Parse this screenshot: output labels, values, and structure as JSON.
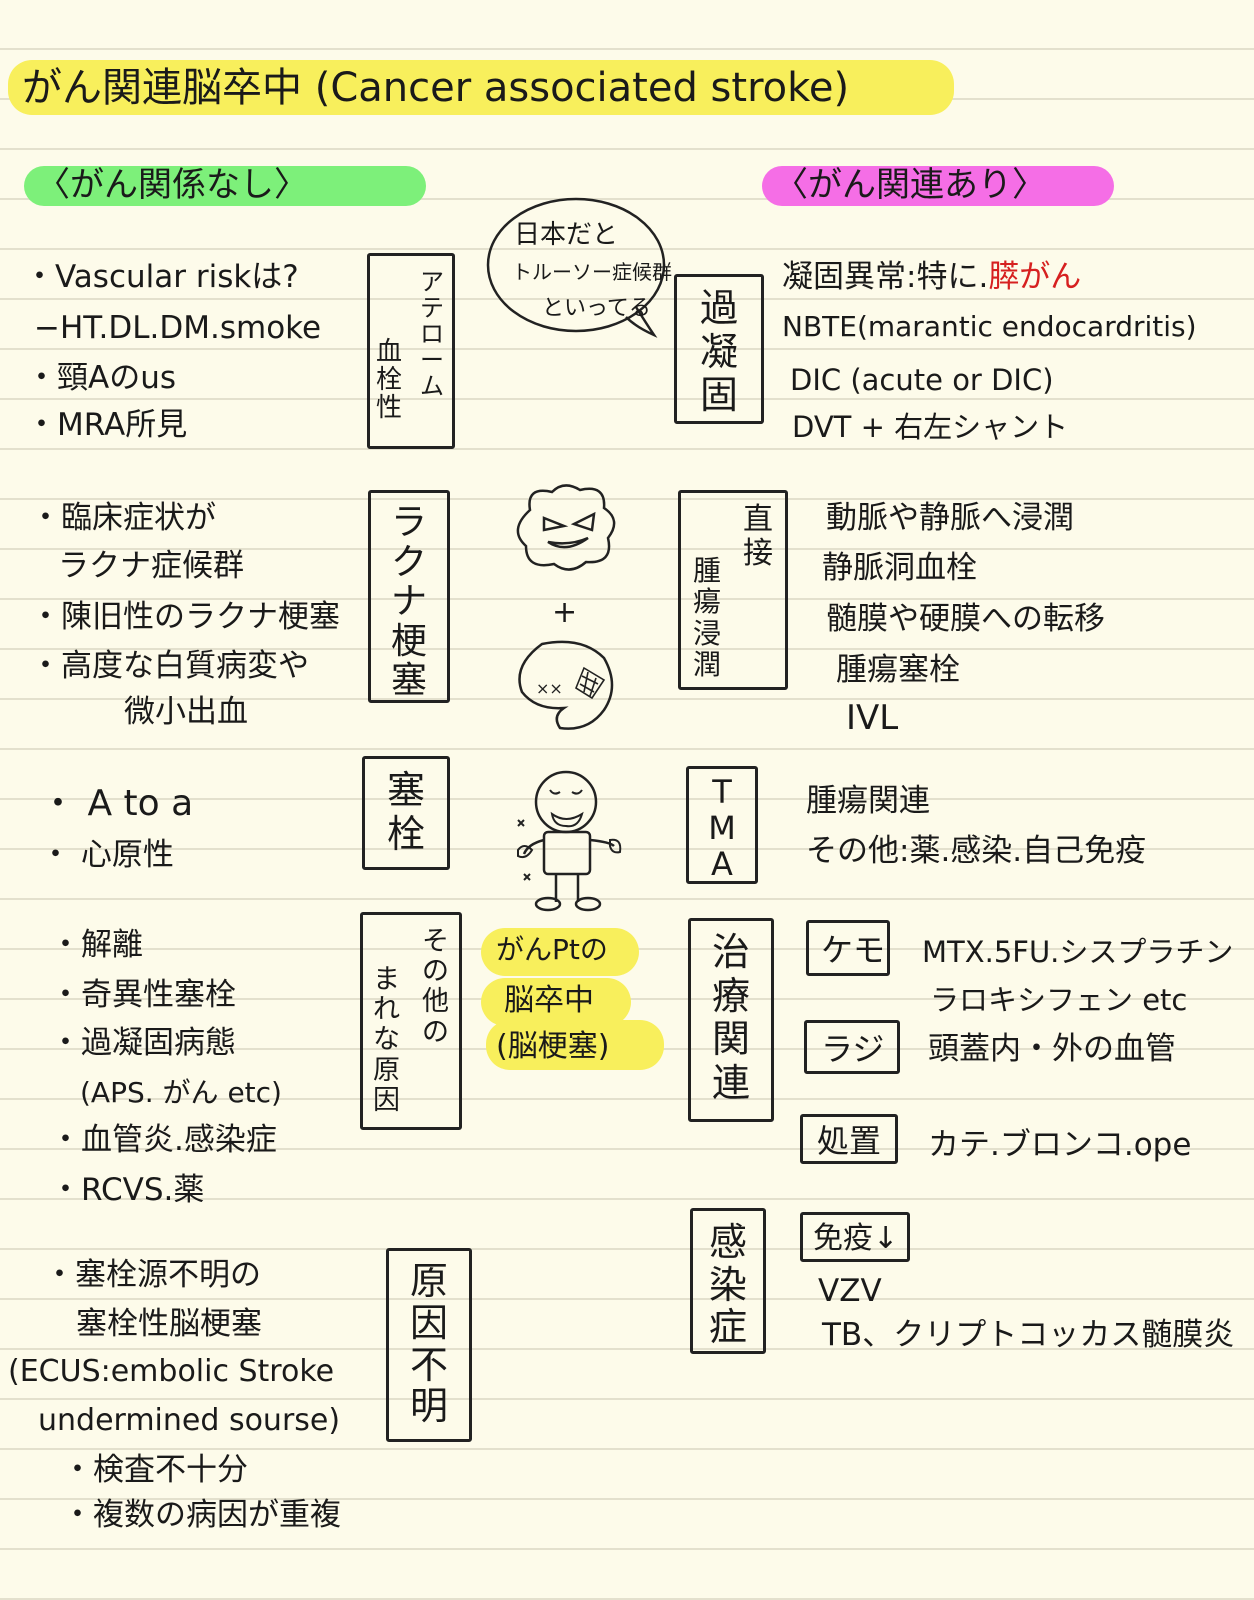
{
  "title": "がん関連脳卒中 (Cancer associated stroke)",
  "left_header": "〈がん関係なし〉",
  "right_header": "〈がん関連あり〉",
  "left_sections": {
    "athero": {
      "lines": [
        "・Vascular riskは?",
        "−HT.DL.DM.smoke",
        "・頸Aのus",
        "・MRA所見"
      ],
      "label_col1": "アテローム",
      "label_col2": "血栓性"
    },
    "lacunar": {
      "lines": [
        "・臨床症状が",
        "ラクナ症候群",
        "・陳旧性のラクナ梗塞",
        "・高度な白質病変や",
        "微小出血"
      ],
      "label": "ラクナ梗塞"
    },
    "embolic": {
      "lines": [
        "・ A to a",
        "・ 心原性"
      ],
      "label": "塞栓"
    },
    "other": {
      "lines": [
        "・解離",
        "・奇異性塞栓",
        "・過凝固病態",
        "(APS. がん etc)",
        "・血管炎.感染症",
        "・RCVS.薬"
      ],
      "label_col1": "その他の",
      "label_col2": "まれな原因"
    },
    "unknown": {
      "lines": [
        "・塞栓源不明の",
        "塞栓性脳梗塞",
        "(ECUS:embolic Stroke",
        "undermined sourse)",
        "・検査不十分",
        "・複数の病因が重複"
      ],
      "label": "原因不明"
    }
  },
  "center": {
    "bubble_lines": [
      "日本だと",
      "トルーソー症候群",
      "といってる"
    ],
    "plus": "+",
    "highlight_lines": [
      "がんPtの",
      "脳卒中",
      "(脳梗塞)"
    ]
  },
  "right_sections": {
    "hypercoag": {
      "label": "過凝固",
      "line1_prefix": "凝固異常:特に.",
      "line1_red": "膵がん",
      "lines": [
        "NBTE(marantic endocardritis)",
        "DIC (acute or DIC)",
        "DVT + 右左シャント"
      ]
    },
    "direct_invasion": {
      "label_col1": "直接",
      "label_col2": "腫瘍浸潤",
      "lines": [
        "動脈や静脈へ浸潤",
        "静脈洞血栓",
        "髄膜や硬膜への転移",
        "腫瘍塞栓",
        "IVL"
      ]
    },
    "tma": {
      "label": "TMA",
      "lines": [
        "腫瘍関連",
        "その他:薬.感染.自己免疫"
      ]
    },
    "treatment": {
      "label": "治療関連",
      "chemo_tag": "ケモ",
      "chemo_lines": [
        "MTX.5FU.シスプラチン",
        "ラロキシフェン etc"
      ],
      "radio_tag": "ラジ",
      "radio_line": "頭蓋内・外の血管",
      "proc_tag": "処置",
      "proc_line": "カテ.ブロンコ.ope"
    },
    "infection": {
      "label": "感染症",
      "immune_tag": "免疫↓",
      "lines": [
        "VZV",
        "TB、クリプトコッカス髄膜炎"
      ]
    }
  },
  "colors": {
    "title_highlight": "#f8ef5c",
    "left_header_highlight": "#7df07a",
    "right_header_highlight": "#f56ee6",
    "center_highlight": "#f8ef5c",
    "accent_red": "#d62020"
  }
}
